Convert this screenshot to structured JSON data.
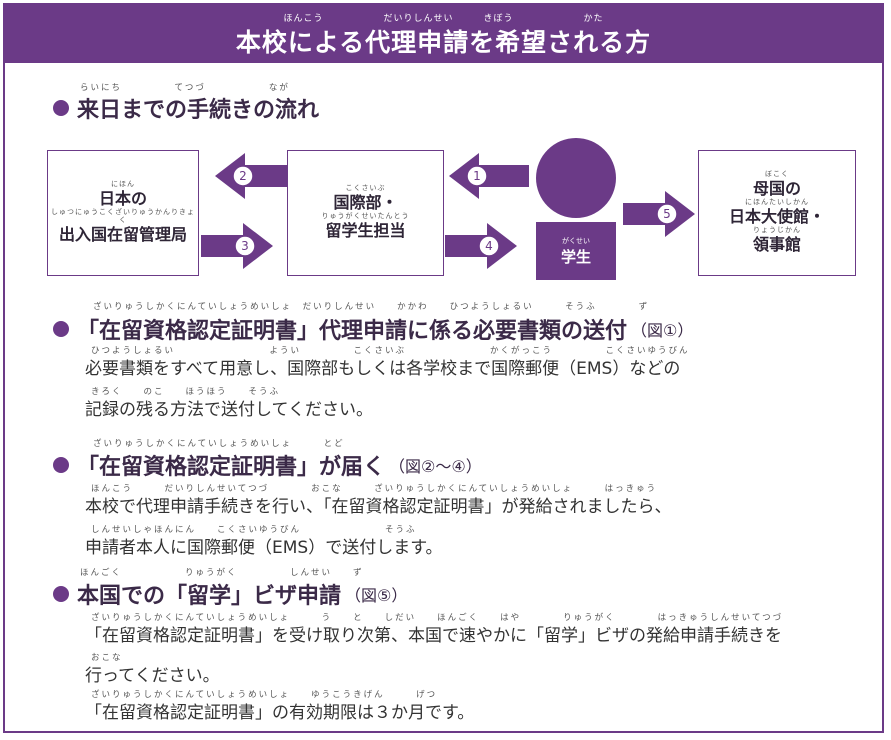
{
  "header": {
    "title": "本校による代理申請を希望される方",
    "furigana": "ほんこう　　　　　　だいりしんせい　　　きぼう　　　　　　　かた"
  },
  "section1": {
    "furigana": "らいにち　　　　　てつづ　　　　　　なが",
    "title": "来日までの手続きの流れ"
  },
  "flow": {
    "immigration": {
      "furigana_top": "にほん",
      "line1": "日本の",
      "furigana_mid": "しゅつにゅうこくざいりゅうかんりきょく",
      "line2": "出入国在留管理局"
    },
    "intl_dept": {
      "furigana_top": "こくさいぶ",
      "line1": "国際部・",
      "furigana_mid": "りゅうがくせいたんとう",
      "line2": "留学生担当"
    },
    "student": {
      "furigana": "がくせい",
      "label": "学生"
    },
    "home_country": {
      "furigana_top": "ぼこく",
      "line1": "母国の",
      "furigana_mid": "にほんたいしかん",
      "line2": "日本大使館・",
      "furigana_bottom": "りょうじかん",
      "line3": "領事館"
    },
    "steps": [
      "1",
      "2",
      "3",
      "4",
      "5"
    ],
    "accent_color": "#6b3a87"
  },
  "section2": {
    "furigana": "ざいりゅうしかくにんていしょうめいしょ　だいりしんせい　　かかわ　　ひつようしょるい　　　そうふ　　　　ず",
    "title": "「在留資格認定証明書」代理申請に係る必要書類の送付",
    "suffix": "（図①）",
    "furi1": "ひつようしょるい　　　　　　　　　ようい　　　　　こくさいぶ　　　　　　　　かくがっこう　　　　　こくさいゆうびん",
    "line1": "必要書類をすべて用意し、国際部もしくは各学校まで国際郵便（EMS）などの",
    "furi2": "きろく　　のこ　　ほうほう　　そうふ",
    "line2": "記録の残る方法で送付してください。"
  },
  "section3": {
    "furigana": "ざいりゅうしかくにんていしょうめいしょ　　　とど",
    "title": "「在留資格認定証明書」が届く",
    "suffix": "（図②～④）",
    "furi1": "ほんこう　　　だいりしんせいてつづ　　　　おこな　　　ざいりゅうしかくにんていしょうめいしょ　　　はっきゅう",
    "line1": "本校で代理申請手続きを行い、「在留資格認定証明書」が発給されましたら、",
    "furi2": "しんせいしゃほんにん　　こくさいゆうびん　　　　　　　　そうふ",
    "line2": "申請者本人に国際郵便（EMS）で送付します。"
  },
  "section4": {
    "furigana": "ほんごく　　　　　　りゅうがく　　　　　しんせい　　ず",
    "title": "本国での「留学」ビザ申請",
    "suffix": "（図⑤）",
    "furi1": "ざいりゅうしかくにんていしょうめいしょ　　　う　　と　　しだい　　ほんごく　　はや　　　　りゅうがく　　　　はっきゅうしんせいてつづ",
    "line1": "「在留資格認定証明書」を受け取り次第、本国で速やかに「留学」ビザの発給申請手続きを",
    "furi2": "おこな",
    "line2": "行ってください。",
    "furi3": "ざいりゅうしかくにんていしょうめいしょ　　ゆうこうきげん　　　げつ",
    "line3": "「在留資格認定証明書」の有効期限は３か月です。"
  }
}
